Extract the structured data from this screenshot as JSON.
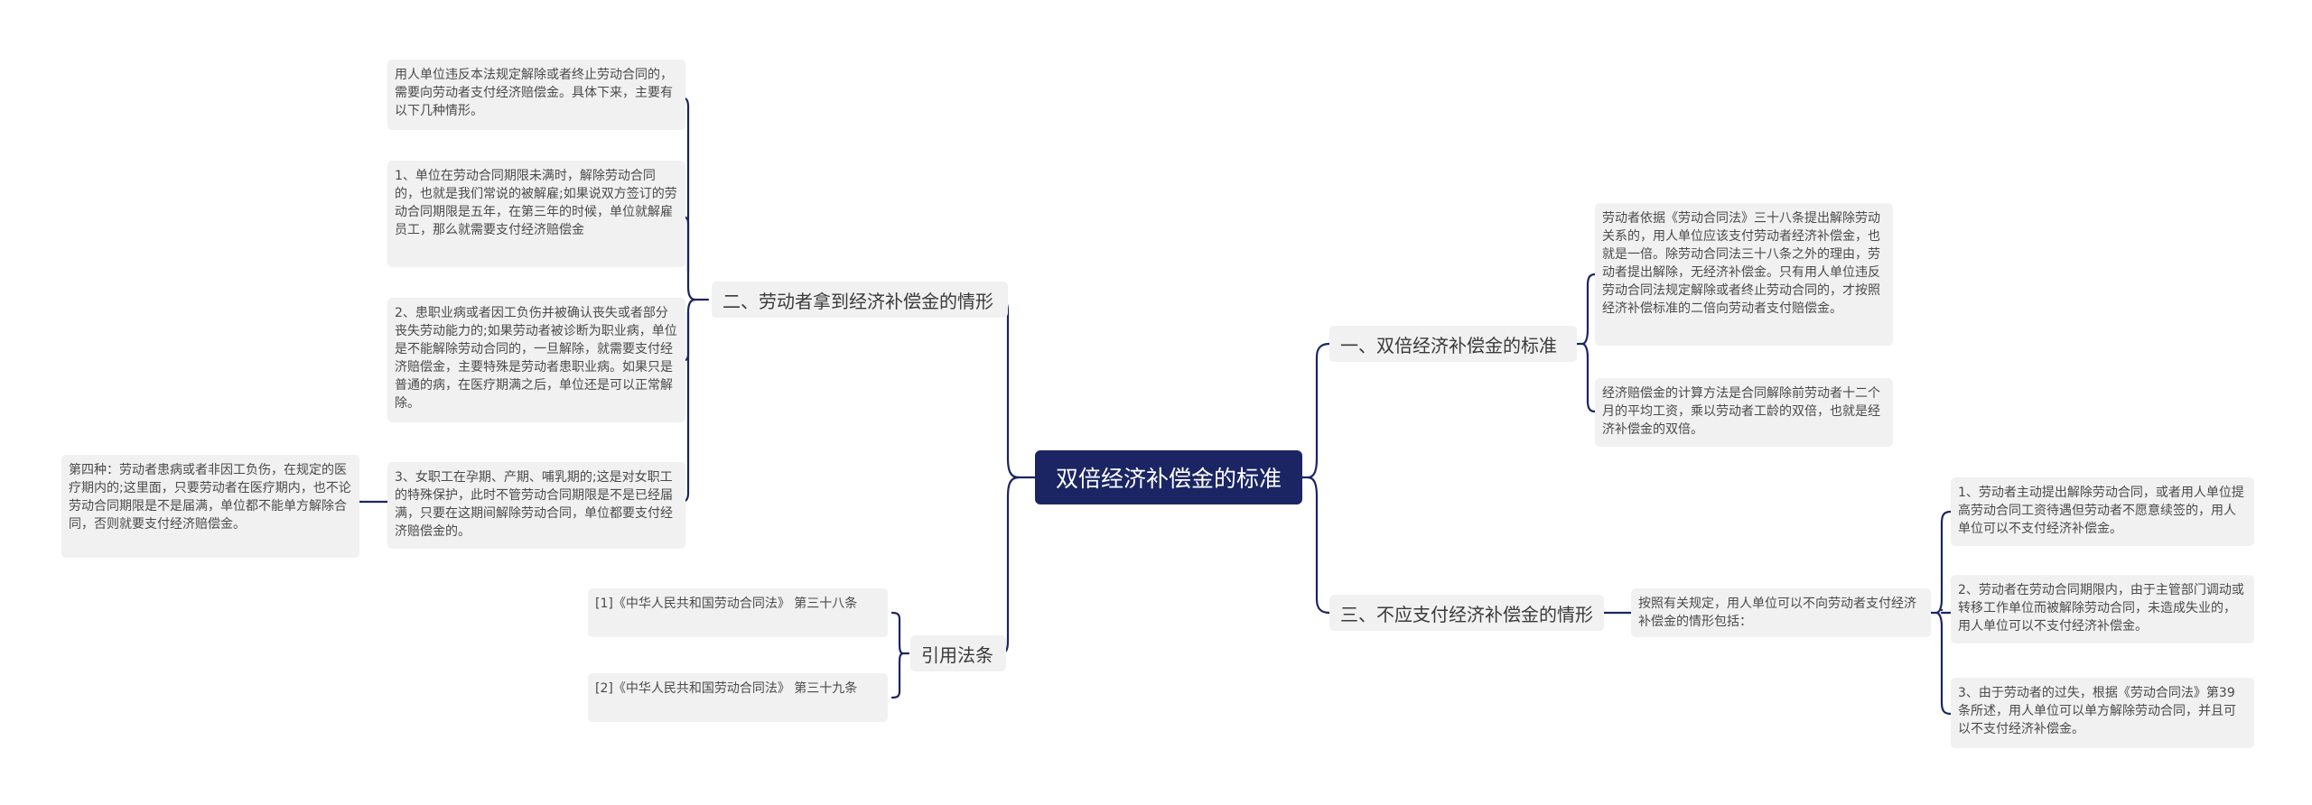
{
  "root": {
    "label": "双倍经济补偿金的标准"
  },
  "branches": {
    "left_top": {
      "label": "二、劳动者拿到经济补偿金的情形",
      "items": [
        "用人单位违反本法规定解除或者终止劳动合同的，需要向劳动者支付经济赔偿金。具体下来，主要有以下几种情形。",
        "1、单位在劳动合同期限未满时，解除劳动合同的，也就是我们常说的被解雇;如果说双方签订的劳动合同期限是五年，在第三年的时候，单位就解雇员工，那么就需要支付经济赔偿金",
        "2、患职业病或者因工负伤并被确认丧失或者部分丧失劳动能力的;如果劳动者被诊断为职业病，单位是不能解除劳动合同的，一旦解除，就需要支付经济赔偿金，主要特殊是劳动者患职业病。如果只是普通的病，在医疗期满之后，单位还是可以正常解除。",
        "3、女职工在孕期、产期、哺乳期的;这是对女职工的特殊保护，此时不管劳动合同期限是不是已经届满，只要在这期间解除劳动合同，单位都要支付经济赔偿金的。"
      ],
      "sub_item": "第四种：劳动者患病或者非因工负伤，在规定的医疗期内的;这里面，只要劳动者在医疗期内，也不论劳动合同期限是不是届满，单位都不能单方解除合同，否则就要支付经济赔偿金。"
    },
    "left_bottom": {
      "label": "引用法条",
      "items": [
        "[1]《中华人民共和国劳动合同法》 第三十八条",
        "[2]《中华人民共和国劳动合同法》 第三十九条"
      ]
    },
    "right_top": {
      "label": "一、双倍经济补偿金的标准",
      "items": [
        "劳动者依据《劳动合同法》三十八条提出解除劳动关系的，用人单位应该支付劳动者经济补偿金，也就是一倍。除劳动合同法三十八条之外的理由，劳动者提出解除，无经济补偿金。只有用人单位违反劳动合同法规定解除或者终止劳动合同的，才按照经济补偿标准的二倍向劳动者支付赔偿金。",
        "经济赔偿金的计算方法是合同解除前劳动者十二个月的平均工资，乘以劳动者工龄的双倍，也就是经济补偿金的双倍。"
      ]
    },
    "right_bottom": {
      "label": "三、不应支付经济补偿金的情形",
      "intro": "按照有关规定，用人单位可以不向劳动者支付经济补偿金的情形包括：",
      "items": [
        "1、劳动者主动提出解除劳动合同，或者用人单位提高劳动合同工资待遇但劳动者不愿意续签的，用人单位可以不支付经济补偿金。",
        "2、劳动者在劳动合同期限内，由于主管部门调动或转移工作单位而被解除劳动合同，未造成失业的，用人单位可以不支付经济补偿金。",
        "3、由于劳动者的过失，根据《劳动合同法》第39条所述，用人单位可以单方解除劳动合同，并且可以不支付经济补偿金。"
      ]
    }
  },
  "colors": {
    "root_fill": "#1b2563",
    "node_fill": "#f1f1f1",
    "line": "#1b2563"
  }
}
